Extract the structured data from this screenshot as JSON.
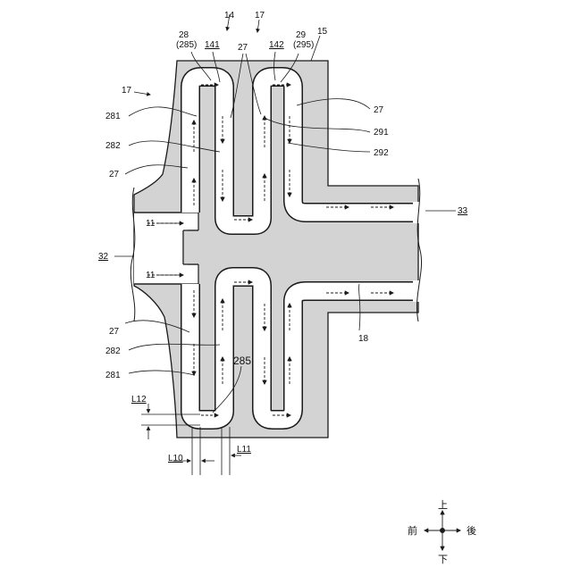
{
  "labels": {
    "l14": "14",
    "l17_top": "17",
    "l17_left": "17",
    "l15": "15",
    "l28": "28",
    "l285_paren": "(285)",
    "l141": "141",
    "l27_top": "27",
    "l142": "142",
    "l29": "29",
    "l295_paren": "(295)",
    "l281_upper": "281",
    "l282_upper": "282",
    "l27_left_upper": "27",
    "l27_right": "27",
    "l291": "291",
    "l292": "292",
    "l11_upper": "11",
    "l11_lower": "11",
    "l32": "32",
    "l33": "33",
    "l18": "18",
    "l27_left_lower": "27",
    "l282_lower": "282",
    "l281_lower": "281",
    "l285_lower": "285",
    "l12": "L12",
    "l10": "L10",
    "l11_dim": "L11"
  },
  "directions": {
    "up": "上",
    "down": "下",
    "front": "前",
    "back": "後"
  },
  "colors": {
    "body_fill": "#d3d3d3",
    "line": "#1a1a1a",
    "channel": "#ffffff"
  }
}
